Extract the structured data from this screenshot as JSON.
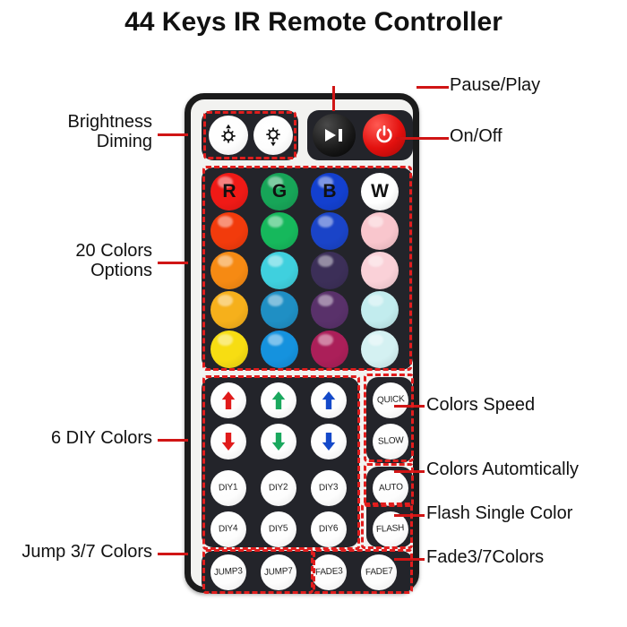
{
  "page": {
    "title": "44 Keys IR Remote Controller",
    "accent_red": "#e11d1d",
    "body_color": "#23242a",
    "shell_color": "#1b1b1b"
  },
  "remote": {
    "top_row": {
      "brightness_up": {
        "icon": "brightness-up-icon",
        "label": ""
      },
      "brightness_down": {
        "icon": "brightness-down-icon",
        "label": ""
      },
      "play_pause": {
        "icon": "play-pause-icon",
        "label": ""
      },
      "power": {
        "icon": "power-icon",
        "label": ""
      }
    },
    "color_rows": [
      [
        {
          "label": "R",
          "color": "#f01a16",
          "text_color": "#111111"
        },
        {
          "label": "G",
          "color": "#17a558",
          "text_color": "#111111"
        },
        {
          "label": "B",
          "color": "#1340cf",
          "text_color": "#111111"
        },
        {
          "label": "W",
          "color": "#ffffff",
          "text_color": "#111111"
        }
      ],
      [
        {
          "label": "",
          "color": "#f23b0c",
          "text_color": ""
        },
        {
          "label": "",
          "color": "#16b85c",
          "text_color": ""
        },
        {
          "label": "",
          "color": "#1a44c8",
          "text_color": ""
        },
        {
          "label": "",
          "color": "#f9c6cd",
          "text_color": ""
        }
      ],
      [
        {
          "label": "",
          "color": "#f68a13",
          "text_color": ""
        },
        {
          "label": "",
          "color": "#3fd0de",
          "text_color": ""
        },
        {
          "label": "",
          "color": "#3c2f58",
          "text_color": ""
        },
        {
          "label": "",
          "color": "#fad1d8",
          "text_color": ""
        }
      ],
      [
        {
          "label": "",
          "color": "#f6b01b",
          "text_color": ""
        },
        {
          "label": "",
          "color": "#1f8fc4",
          "text_color": ""
        },
        {
          "label": "",
          "color": "#59316a",
          "text_color": ""
        },
        {
          "label": "",
          "color": "#c2ecee",
          "text_color": ""
        }
      ],
      [
        {
          "label": "",
          "color": "#f7dd12",
          "text_color": ""
        },
        {
          "label": "",
          "color": "#1592de",
          "text_color": ""
        },
        {
          "label": "",
          "color": "#ab1f59",
          "text_color": ""
        },
        {
          "label": "",
          "color": "#d4f1f2",
          "text_color": ""
        }
      ]
    ],
    "arrow_rows": [
      [
        {
          "icon": "arrow-up-red-icon",
          "color": "#e01b1b",
          "dir": "up"
        },
        {
          "icon": "arrow-up-green-icon",
          "color": "#1aa85e",
          "dir": "up"
        },
        {
          "icon": "arrow-up-blue-icon",
          "color": "#1449c9",
          "dir": "up"
        }
      ],
      [
        {
          "icon": "arrow-down-red-icon",
          "color": "#e01b1b",
          "dir": "down"
        },
        {
          "icon": "arrow-down-green-icon",
          "color": "#1aa85e",
          "dir": "down"
        },
        {
          "icon": "arrow-down-blue-icon",
          "color": "#1449c9",
          "dir": "down"
        }
      ]
    ],
    "diy_rows": [
      [
        "DIY1",
        "DIY2",
        "DIY3"
      ],
      [
        "DIY4",
        "DIY5",
        "DIY6"
      ]
    ],
    "speed_buttons": [
      "QUICK",
      "SLOW"
    ],
    "mode_buttons": [
      "AUTO",
      "FLASH"
    ],
    "bottom_buttons": [
      "JUMP3",
      "JUMP7",
      "FADE3",
      "FADE7"
    ]
  },
  "callouts": {
    "left": [
      {
        "id": "brightness-diming",
        "text": "Brightness\nDiming"
      },
      {
        "id": "colors-options",
        "text": "20 Colors\nOptions"
      },
      {
        "id": "diy-colors",
        "text": "6 DIY Colors"
      },
      {
        "id": "jump-colors",
        "text": "Jump 3/7 Colors"
      }
    ],
    "right": [
      {
        "id": "pause-play",
        "text": "Pause/Play"
      },
      {
        "id": "on-off",
        "text": "On/Off"
      },
      {
        "id": "colors-speed",
        "text": "Colors Speed"
      },
      {
        "id": "colors-automatically",
        "text": "Colors Automtically"
      },
      {
        "id": "flash-single-color",
        "text": "Flash Single Color"
      },
      {
        "id": "fade-colors",
        "text": "Fade3/7Colors"
      }
    ]
  }
}
